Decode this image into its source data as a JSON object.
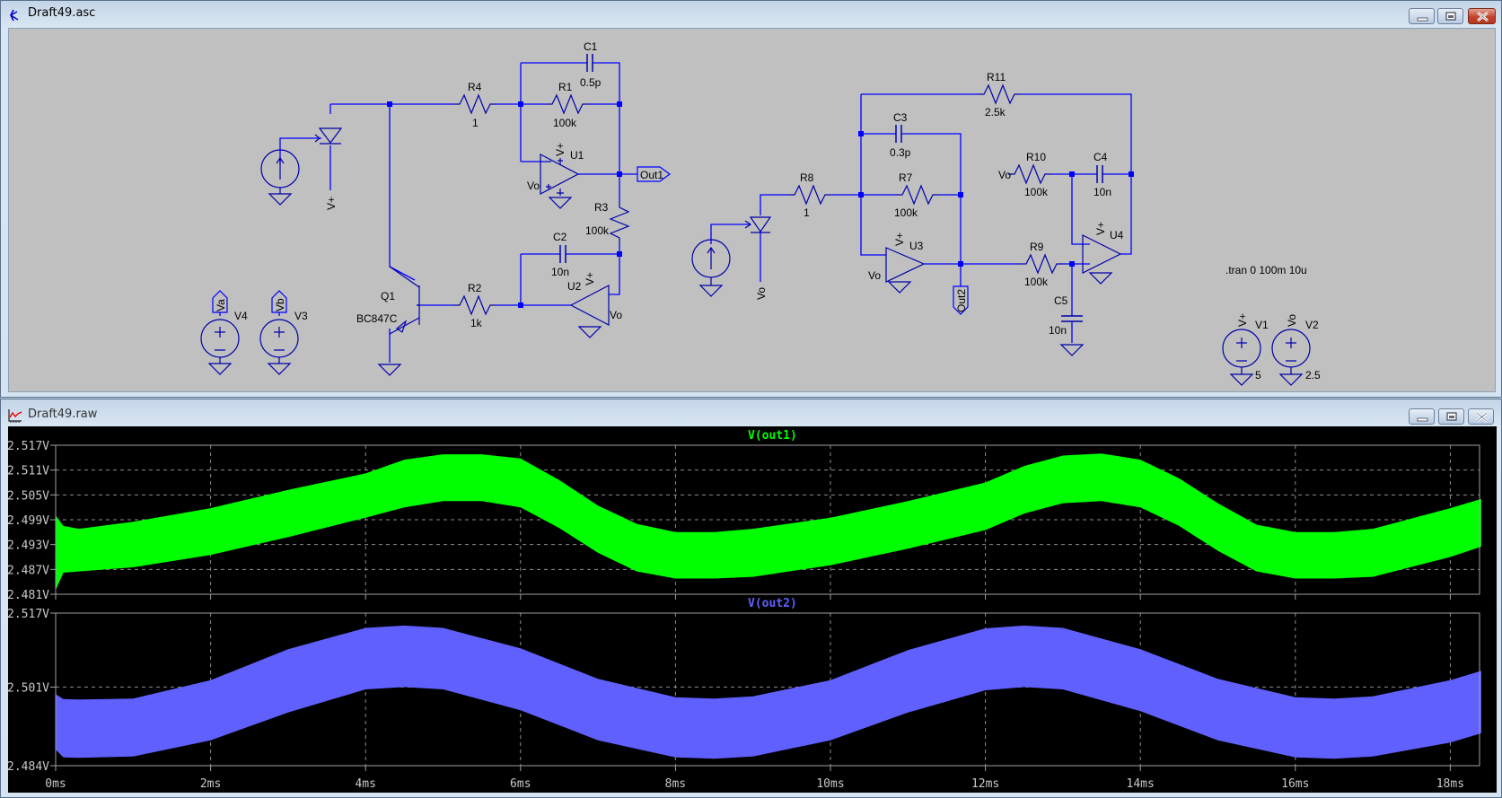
{
  "schematic_window": {
    "title": "Draft49.asc",
    "icon": "ltspice-schematic-icon",
    "buttons": [
      "minimize",
      "maximize",
      "close"
    ]
  },
  "schematic": {
    "components": [
      {
        "ref": "R4",
        "value": "1"
      },
      {
        "ref": "R1",
        "value": "100k"
      },
      {
        "ref": "C1",
        "value": "0.5p"
      },
      {
        "ref": "U1",
        "value": ""
      },
      {
        "ref": "R3",
        "value": "100k"
      },
      {
        "ref": "C2",
        "value": "10n"
      },
      {
        "ref": "U2",
        "value": ""
      },
      {
        "ref": "R2",
        "value": "1k"
      },
      {
        "ref": "Q1",
        "value": "BC847C"
      },
      {
        "ref": "V4",
        "value": ""
      },
      {
        "ref": "V3",
        "value": ""
      },
      {
        "ref": "R8",
        "value": "1"
      },
      {
        "ref": "R7",
        "value": "100k"
      },
      {
        "ref": "C3",
        "value": "0.3p"
      },
      {
        "ref": "R11",
        "value": "2.5k"
      },
      {
        "ref": "U3",
        "value": ""
      },
      {
        "ref": "R10",
        "value": "100k"
      },
      {
        "ref": "C4",
        "value": "10n"
      },
      {
        "ref": "R9",
        "value": "100k"
      },
      {
        "ref": "C5",
        "value": "10n"
      },
      {
        "ref": "U4",
        "value": ""
      },
      {
        "ref": "V1",
        "value": "5"
      },
      {
        "ref": "V2",
        "value": "2.5"
      }
    ],
    "net_labels": {
      "out1": "Out1",
      "out2": "Out2",
      "va": "Va",
      "vb": "Vb",
      "vplus": "V+",
      "vo": "Vo"
    },
    "pin_marks": {
      "plus": "+",
      "minus": "−"
    },
    "directive": ".tran 0 100m 10u"
  },
  "waveform_window": {
    "title": "Draft49.raw",
    "icon": "waveform-icon",
    "buttons": [
      "minimize",
      "maximize",
      "close"
    ]
  },
  "chart_data": [
    {
      "type": "area",
      "title": "V(out1)",
      "color": "#00ff00",
      "xlabel": "",
      "ylabel": "",
      "x_ticks": [
        "0ms",
        "2ms",
        "4ms",
        "6ms",
        "8ms",
        "10ms",
        "12ms",
        "14ms",
        "16ms",
        "18ms"
      ],
      "y_ticks": [
        "2.481V",
        "2.487V",
        "2.493V",
        "2.499V",
        "2.505V",
        "2.511V",
        "2.517V"
      ],
      "xlim_ms": [
        0,
        18.4
      ],
      "ylim": [
        2.481,
        2.517
      ],
      "grid": true,
      "envelope": {
        "x_ms": [
          0,
          0.1,
          0.3,
          1,
          2,
          3,
          4,
          4.5,
          5,
          5.5,
          6,
          6.5,
          7,
          7.5,
          8,
          8.5,
          9,
          10,
          11,
          12,
          12.5,
          13,
          13.5,
          14,
          14.5,
          15,
          15.5,
          16,
          16.5,
          17,
          18,
          18.4
        ],
        "upper": [
          2.5,
          2.4975,
          2.4968,
          2.4985,
          2.5018,
          2.5062,
          2.5102,
          2.5135,
          2.5148,
          2.5148,
          2.5138,
          2.5086,
          2.5024,
          2.498,
          2.496,
          2.496,
          2.4968,
          2.4995,
          2.5035,
          2.508,
          2.512,
          2.5145,
          2.515,
          2.5135,
          2.509,
          2.503,
          2.4978,
          2.496,
          2.496,
          2.4968,
          2.5018,
          2.504
        ],
        "lower": [
          2.482,
          2.4862,
          2.4865,
          2.4875,
          2.4905,
          2.4948,
          2.4995,
          2.502,
          2.5035,
          2.5035,
          2.502,
          2.497,
          2.491,
          2.4865,
          2.4848,
          2.4848,
          2.4852,
          2.488,
          2.492,
          2.4965,
          2.5005,
          2.503,
          2.5035,
          2.502,
          2.4975,
          2.4915,
          2.4865,
          2.4848,
          2.4848,
          2.4852,
          2.49,
          2.4925
        ]
      }
    },
    {
      "type": "area",
      "title": "V(out2)",
      "color": "#6060ff",
      "xlabel": "",
      "ylabel": "",
      "x_ticks": [
        "0ms",
        "2ms",
        "4ms",
        "6ms",
        "8ms",
        "10ms",
        "12ms",
        "14ms",
        "16ms",
        "18ms"
      ],
      "y_ticks": [
        "2.484V",
        "2.501V",
        "2.517V"
      ],
      "xlim_ms": [
        0,
        18.4
      ],
      "ylim": [
        2.484,
        2.517
      ],
      "grid": true,
      "envelope": {
        "x_ms": [
          0,
          0.1,
          0.3,
          1,
          2,
          3,
          4,
          4.5,
          5,
          6,
          7,
          8,
          8.5,
          9,
          10,
          11,
          12,
          12.5,
          13,
          14,
          15,
          16,
          16.5,
          17,
          18,
          18.4
        ],
        "upper": [
          2.4995,
          2.4984,
          2.4983,
          2.4985,
          2.5025,
          2.5092,
          2.5138,
          2.5143,
          2.5138,
          2.5094,
          2.5028,
          2.4988,
          2.4985,
          2.499,
          2.5025,
          2.509,
          2.5137,
          2.5143,
          2.5138,
          2.5092,
          2.5028,
          2.4988,
          2.4985,
          2.499,
          2.5025,
          2.5045
        ],
        "lower": [
          2.4875,
          2.4858,
          2.4857,
          2.486,
          2.4895,
          2.4955,
          2.5005,
          2.501,
          2.5005,
          2.496,
          2.4895,
          2.4858,
          2.4855,
          2.486,
          2.4895,
          2.4955,
          2.5003,
          2.501,
          2.5005,
          2.4958,
          2.4895,
          2.4858,
          2.4855,
          2.486,
          2.489,
          2.491
        ]
      }
    }
  ]
}
